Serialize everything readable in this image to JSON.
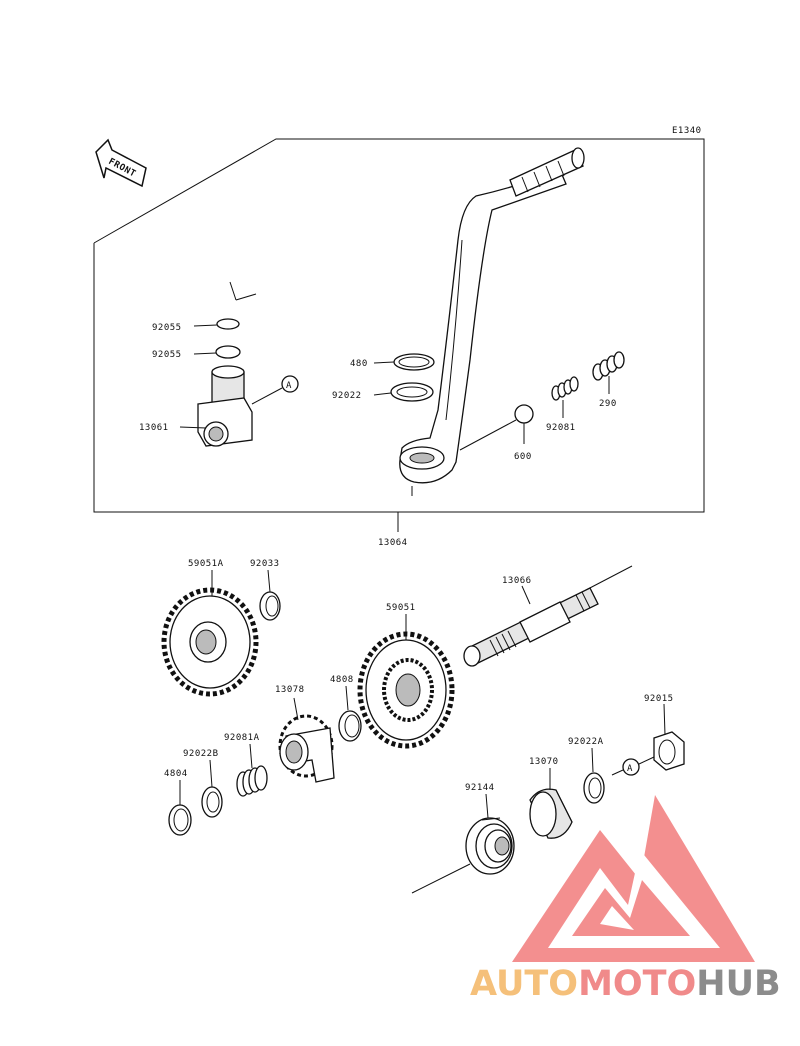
{
  "diagram_id": "E1340",
  "front_label": "FRONT",
  "callout_letter": "A",
  "parts": {
    "p92055a": "92055",
    "p92055b": "92055",
    "p13061": "13061",
    "p480": "480",
    "p92022": "92022",
    "p92081": "92081",
    "p290": "290",
    "p600": "600",
    "p13064": "13064",
    "p59051A": "59051A",
    "p92033": "92033",
    "p13066": "13066",
    "p59051": "59051",
    "p13078": "13078",
    "p4808": "4808",
    "p92015": "92015",
    "p92081A": "92081A",
    "p92022B": "92022B",
    "p4804": "4804",
    "p92022A": "92022A",
    "p13070": "13070",
    "p92144": "92144"
  },
  "watermark": {
    "part1": "AUTO",
    "part2": "MOTO",
    "part3": "HUB",
    "color1": "#f5c07a",
    "color2": "#f08a8a",
    "color3": "#8c8c8c",
    "logo_color": "#f06a6a"
  }
}
